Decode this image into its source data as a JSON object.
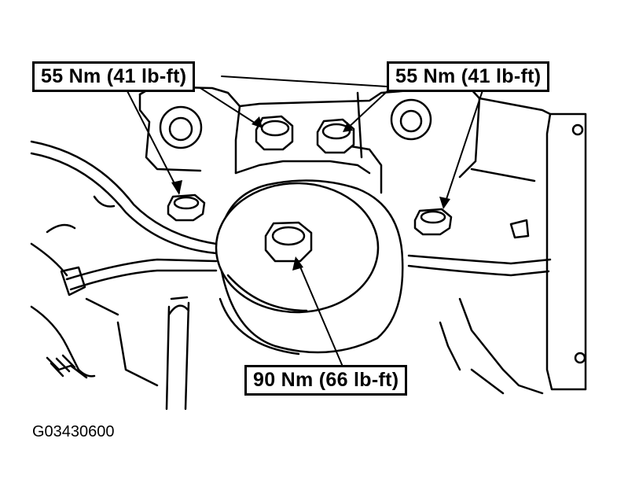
{
  "diagram": {
    "callouts": {
      "top_left": "55 Nm (41 lb-ft)",
      "top_right": "55 Nm (41 lb-ft)",
      "bottom": "90 Nm (66 lb-ft)"
    },
    "figure_id": "G03430600"
  }
}
